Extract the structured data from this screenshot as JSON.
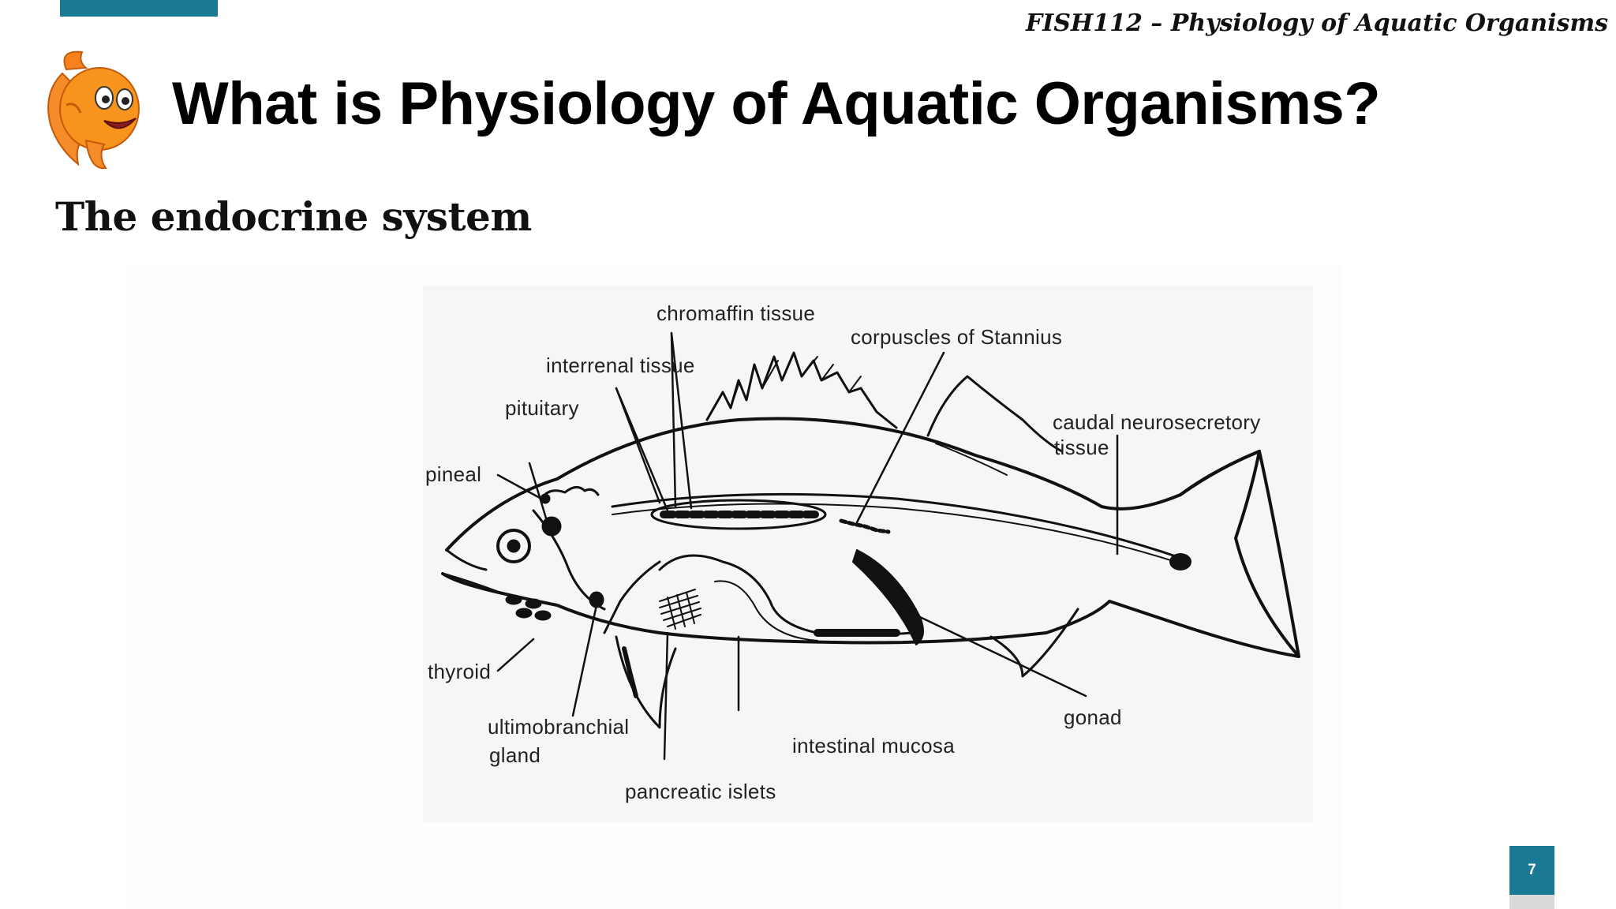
{
  "header": {
    "course": "FISH112 – Physiology of Aquatic Organisms",
    "title": "What is Physiology of Aquatic Organisms?",
    "subtitle": "The endocrine system"
  },
  "logo": {
    "icon": "goldfish-cartoon-icon",
    "color": "#f5821f"
  },
  "diagram": {
    "labels": {
      "chromaffin": "chromaffin tissue",
      "stannius": "corpuscles of Stannius",
      "interrenal": "interrenal tissue",
      "pituitary": "pituitary",
      "pineal": "pineal",
      "caudal1": "caudal neurosecretory",
      "caudal2": "tissue",
      "thyroid": "thyroid",
      "ultimo1": "ultimobranchial",
      "ultimo2": "gland",
      "intestinal": "intestinal mucosa",
      "gonad": "gonad",
      "pancreatic": "pancreatic islets"
    }
  },
  "footer": {
    "page_number": "7"
  },
  "colors": {
    "accent": "#1a7a96"
  }
}
